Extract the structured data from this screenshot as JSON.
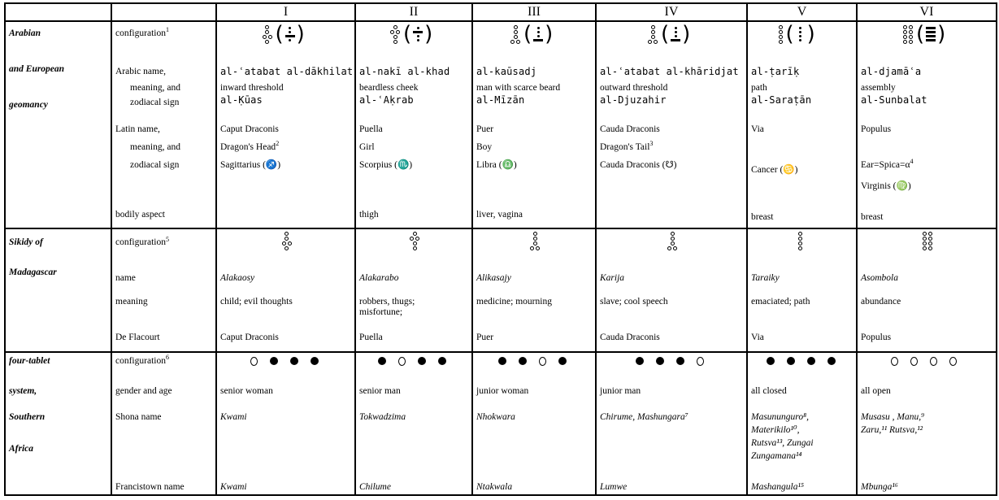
{
  "columns": [
    "I",
    "II",
    "III",
    "IV",
    "V",
    "VI"
  ],
  "sections": [
    {
      "region_lines": [
        "Arabian",
        "and European",
        "geomancy"
      ],
      "labels": {
        "configuration": "configuration",
        "configuration_note": "1",
        "arabic": [
          "Arabic name,",
          "meaning, and",
          "zodiacal sign"
        ],
        "latin": [
          "Latin name,",
          "meaning, and",
          "zodiacal sign"
        ],
        "bodily": "bodily aspect"
      },
      "entries": [
        {
          "arabic": "al-ʿatabat al-dākhilat",
          "meaning": "inward threshold",
          "arabic_sign": "al-Ḳūas",
          "latin": "Caput Draconis",
          "latin_meaning": "Dragon's Head",
          "latin_note": "2",
          "sign": "Sagittarius (♐)",
          "bodily": ""
        },
        {
          "arabic": "al-nakī al-khad",
          "meaning": "beardless cheek",
          "arabic_sign": "al-ʿAḳrab",
          "latin": "Puella",
          "latin_meaning": "Girl",
          "latin_note": "",
          "sign": "Scorpius (♏)",
          "bodily": "thigh"
        },
        {
          "arabic": "al-kaūsadj",
          "meaning": "man with scarce beard",
          "arabic_sign": "al-Mīzān",
          "latin": "Puer",
          "latin_meaning": "Boy",
          "latin_note": "",
          "sign": "Libra (♎)",
          "bodily": "liver, vagina"
        },
        {
          "arabic": "al-ʿatabat al-khāridjat",
          "meaning": "outward threshold",
          "arabic_sign": "al-Djuzahir",
          "latin": "Cauda Draconis",
          "latin_meaning": "Dragon's Tail",
          "latin_note": "3",
          "sign": "Cauda Draconis (☋)",
          "bodily": ""
        },
        {
          "arabic": "al-ṭarīḳ",
          "meaning": "path",
          "arabic_sign": "al-Saraṭān",
          "latin": "Via",
          "latin_meaning": "",
          "latin_note": "",
          "sign": "Cancer (♋)",
          "bodily": "breast"
        },
        {
          "arabic": "al-djamāʿa",
          "meaning": "assembly",
          "arabic_sign": "al-Sunbalat",
          "latin": "Populus",
          "latin_meaning": "",
          "latin_note": "",
          "sign": "Ear=Spica=α",
          "sign_note": "4",
          "sign2": "Virginis (♍)",
          "bodily": "breast"
        }
      ]
    },
    {
      "region_lines": [
        "Sikidy of",
        "Madagascar"
      ],
      "labels": {
        "configuration": "configuration",
        "configuration_note": "5",
        "name": "name",
        "meaning": "meaning",
        "flacourt": "De Flacourt"
      },
      "entries": [
        {
          "name": "Alakaosy",
          "meaning": "child; evil thoughts",
          "meaning2": "",
          "flacourt": "Caput Draconis"
        },
        {
          "name": "Alakarabo",
          "meaning": "robbers, thugs;",
          "meaning2": "misfortune;",
          "flacourt": "Puella"
        },
        {
          "name": "Alikasajy",
          "meaning": "medicine; mourning",
          "meaning2": "",
          "flacourt": "Puer"
        },
        {
          "name": "Karija",
          "meaning": "slave; cool speech",
          "meaning2": "",
          "flacourt": "Cauda Draconis"
        },
        {
          "name": "Taraiky",
          "meaning": "emaciated; path",
          "meaning2": "",
          "flacourt": "Via"
        },
        {
          "name": "Asombola",
          "meaning": "abundance",
          "meaning2": "",
          "flacourt": "Populus"
        }
      ]
    },
    {
      "region_lines": [
        "four-tablet",
        "system,",
        "Southern",
        "Africa"
      ],
      "labels": {
        "configuration": "configuration",
        "configuration_note": "6",
        "gender": "gender and age",
        "shona": "Shona name",
        "francistown": "Francistown name"
      },
      "entries": [
        {
          "gender": "senior woman",
          "shona_lines": [
            "Kwami"
          ],
          "francistown": "Kwami"
        },
        {
          "gender": "senior man",
          "shona_lines": [
            "Tokwadzima"
          ],
          "francistown": "Chilume"
        },
        {
          "gender": "junior woman",
          "shona_lines": [
            "Nhokwara"
          ],
          "francistown": "Ntakwala"
        },
        {
          "gender": "junior man",
          "shona_lines": [
            "Chirume, Mashungara⁷"
          ],
          "francistown": "Lumwe"
        },
        {
          "gender": "all closed",
          "shona_lines": [
            "Masununguro⁸,",
            "Materikilo¹⁰,",
            "Rutsva¹³, Zungai",
            "Zungamana¹⁴"
          ],
          "francistown": "Mashangula¹⁵"
        },
        {
          "gender": "all open",
          "shona_lines": [
            "Musasu , Manu,⁹",
            "Zaru,¹¹ Rutsva,¹²"
          ],
          "francistown": "Mbunga¹⁶"
        }
      ]
    }
  ],
  "figures": [
    {
      "rows": [
        1,
        1,
        2,
        1
      ],
      "tablets": [
        "open",
        "closed",
        "closed",
        "closed"
      ]
    },
    {
      "rows": [
        1,
        2,
        1,
        1
      ],
      "tablets": [
        "closed",
        "open",
        "closed",
        "closed"
      ]
    },
    {
      "rows": [
        1,
        1,
        1,
        2
      ],
      "tablets": [
        "closed",
        "closed",
        "open",
        "closed"
      ]
    },
    {
      "rows": [
        1,
        1,
        1,
        2
      ],
      "tablets": [
        "closed",
        "closed",
        "closed",
        "open"
      ]
    },
    {
      "rows": [
        1,
        1,
        1,
        1
      ],
      "tablets": [
        "closed",
        "closed",
        "closed",
        "closed"
      ]
    },
    {
      "rows": [
        2,
        2,
        2,
        2
      ],
      "tablets": [
        "open",
        "open",
        "open",
        "open"
      ]
    }
  ]
}
